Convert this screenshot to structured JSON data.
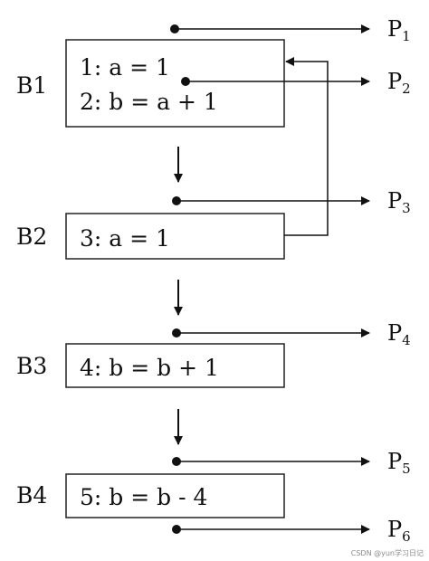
{
  "blocks": [
    {
      "name": "B1",
      "lines": [
        "1:  a = 1",
        "2:  b = a + 1"
      ]
    },
    {
      "name": "B2",
      "lines": [
        "3:  a = 1"
      ]
    },
    {
      "name": "B3",
      "lines": [
        "4:  b = b + 1"
      ]
    },
    {
      "name": "B4",
      "lines": [
        "5:  b = b - 4"
      ]
    }
  ],
  "points": [
    {
      "base": "P",
      "sub": "1"
    },
    {
      "base": "P",
      "sub": "2"
    },
    {
      "base": "P",
      "sub": "3"
    },
    {
      "base": "P",
      "sub": "4"
    },
    {
      "base": "P",
      "sub": "5"
    },
    {
      "base": "P",
      "sub": "6"
    }
  ],
  "watermark": "CSDN @yun学习日记"
}
